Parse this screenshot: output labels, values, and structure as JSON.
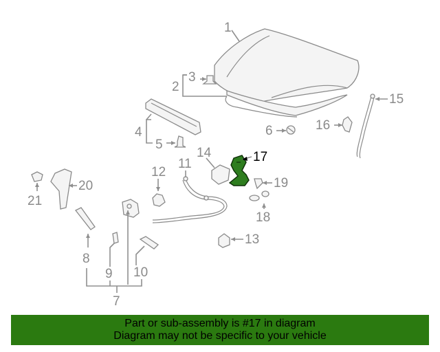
{
  "labels": {
    "p1": "1",
    "p2": "2",
    "p3": "3",
    "p4": "4",
    "p5": "5",
    "p6": "6",
    "p7": "7",
    "p8": "8",
    "p9": "9",
    "p10": "10",
    "p11": "11",
    "p12": "12",
    "p13": "13",
    "p14": "14",
    "p15": "15",
    "p16": "16",
    "p17": "17",
    "p18": "18",
    "p19": "19",
    "p20": "20",
    "p21": "21"
  },
  "highlighted_part": "17",
  "colors": {
    "highlight": "#2e7d1f",
    "banner": "#2b7a10",
    "line": "#8f8f8f"
  },
  "banner": {
    "line1": "Part or sub-assembly is #17 in diagram",
    "line2": "Diagram may not be specific to your vehicle"
  }
}
